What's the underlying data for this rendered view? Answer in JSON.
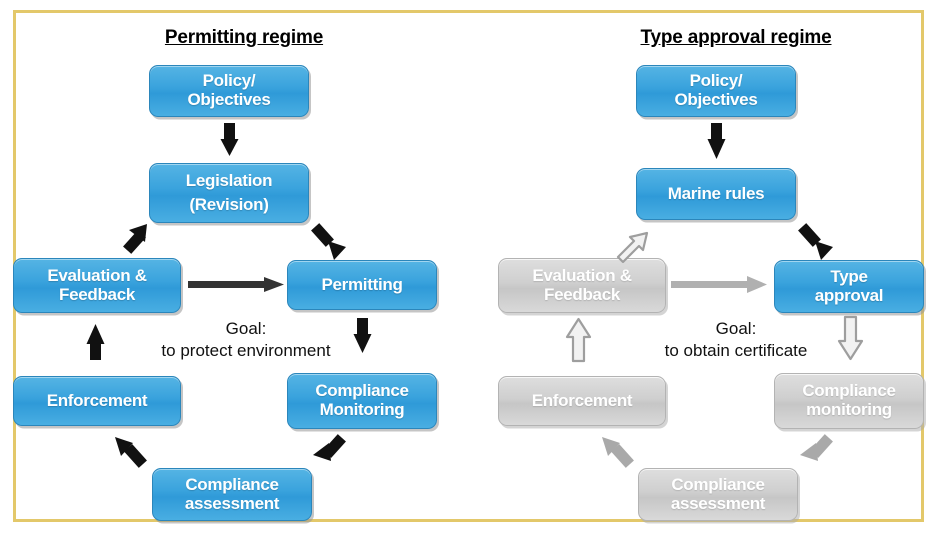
{
  "frame": {
    "border_color": "#e3c86a",
    "background": "#ffffff"
  },
  "palette": {
    "active_blue": "#3aa3dd",
    "inactive_gray": "#cfcfcf",
    "arrow_black": "#111111",
    "arrow_gray": "#9e9e9e",
    "text_white": "#ffffff",
    "text_black": "#000000"
  },
  "left_regime": {
    "title": "Permitting regime",
    "goal_line1": "Goal:",
    "goal_line2": "to protect environment",
    "nodes": {
      "policy": {
        "line1": "Policy/",
        "line2": "Objectives",
        "state": "active"
      },
      "legislation": {
        "line1": "Legislation",
        "line2": "(Revision)",
        "state": "active"
      },
      "evaluation": {
        "line1": "Evaluation &",
        "line2": "Feedback",
        "state": "active"
      },
      "permitting": {
        "line1": "Permitting",
        "line2": "",
        "state": "active"
      },
      "enforcement": {
        "line1": "Enforcement",
        "line2": "",
        "state": "active"
      },
      "compliance_monitoring": {
        "line1": "Compliance",
        "line2": "Monitoring",
        "state": "active"
      },
      "compliance_assessment": {
        "line1": "Compliance",
        "line2": "assessment",
        "state": "active"
      }
    }
  },
  "right_regime": {
    "title": "Type approval regime",
    "goal_line1": "Goal:",
    "goal_line2": "to obtain certificate",
    "nodes": {
      "policy": {
        "line1": "Policy/",
        "line2": "Objectives",
        "state": "active"
      },
      "marine_rules": {
        "line1": "Marine rules",
        "line2": "",
        "state": "active"
      },
      "evaluation": {
        "line1": "Evaluation &",
        "line2": "Feedback",
        "state": "inactive"
      },
      "type_approval": {
        "line1": "Type",
        "line2": "approval",
        "state": "active"
      },
      "enforcement": {
        "line1": "Enforcement",
        "line2": "",
        "state": "inactive"
      },
      "compliance_monitoring": {
        "line1": "Compliance",
        "line2": "monitoring",
        "state": "inactive"
      },
      "compliance_assessment": {
        "line1": "Compliance",
        "line2": "assessment",
        "state": "inactive"
      }
    }
  }
}
